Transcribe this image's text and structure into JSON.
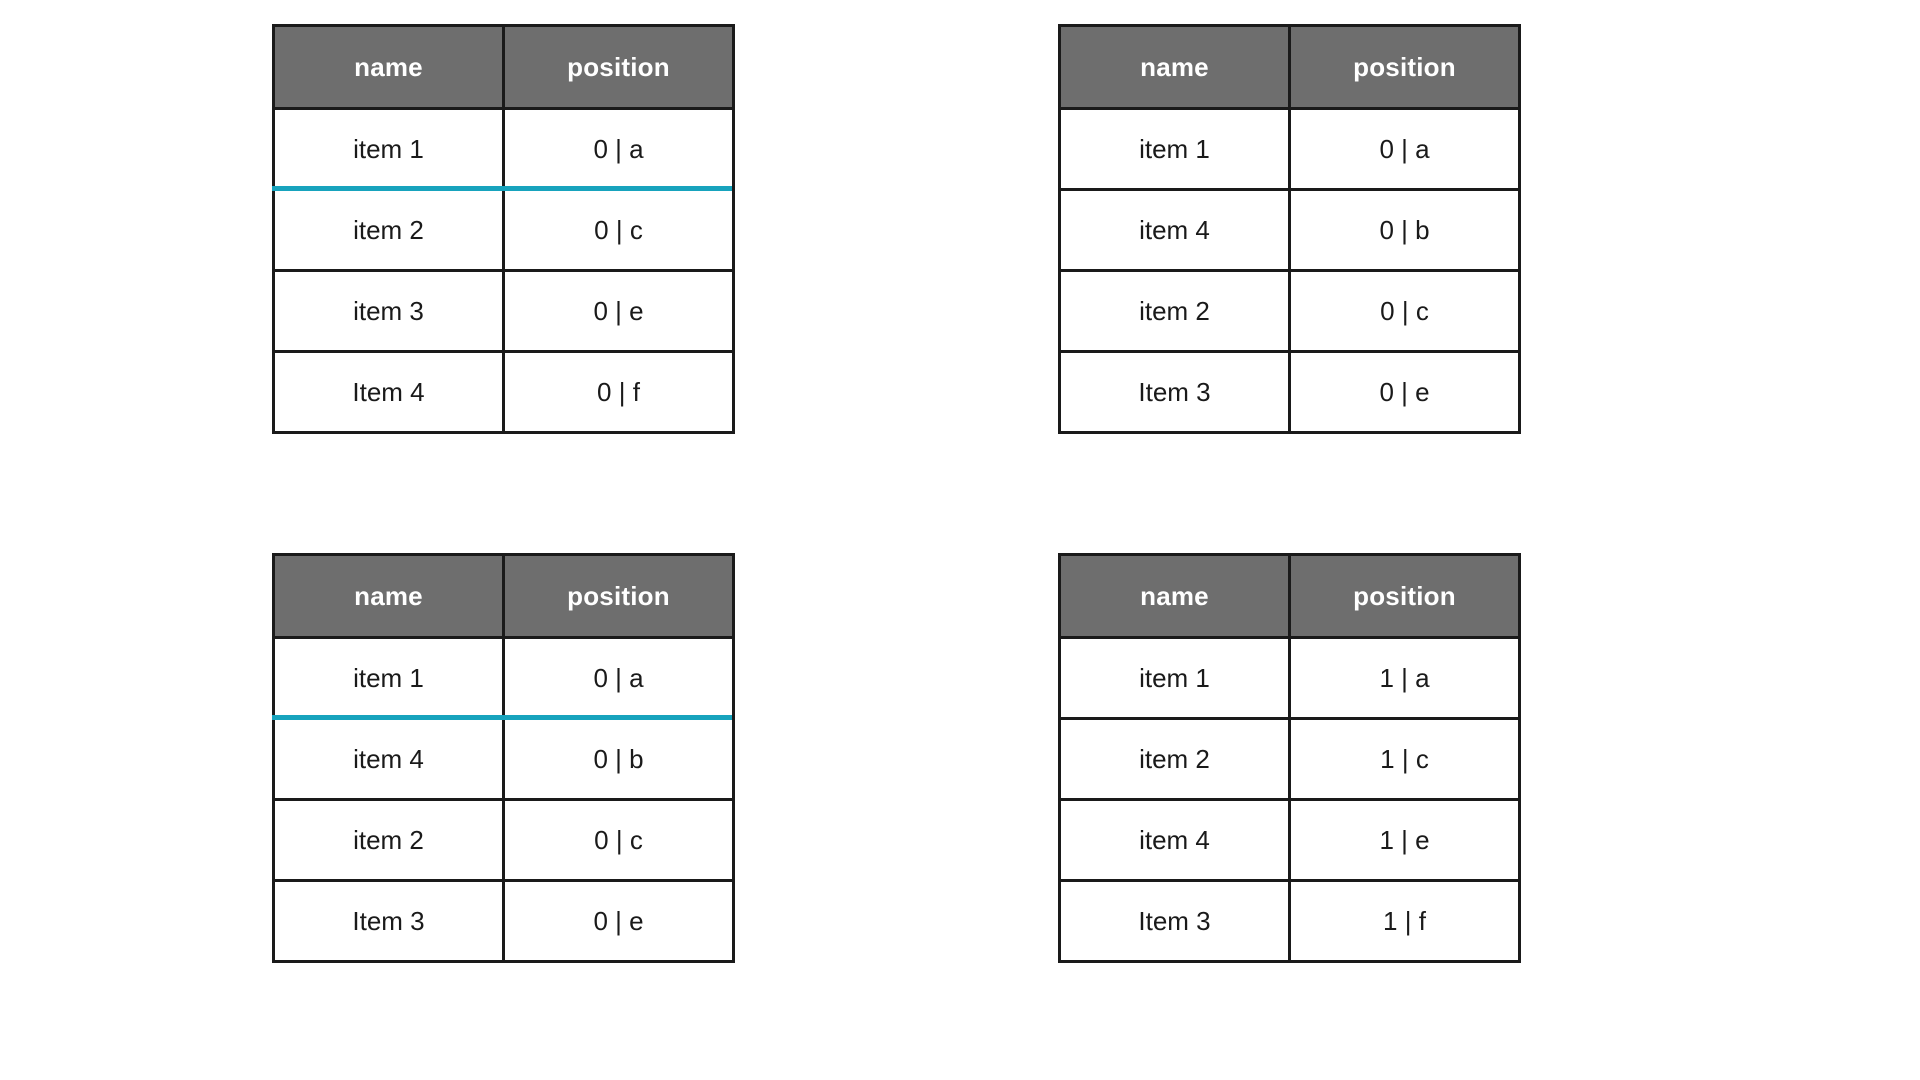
{
  "theme": {
    "header_bg": "#6e6e6e",
    "header_text": "#ffffff",
    "border": "#1a1a1a",
    "row_bg": "#ffffff",
    "row_text": "#1a1a1a",
    "highlight_blue": "#e4f6fc",
    "highlight_green": "#eef8dd",
    "drop_indicator": "#17a3bd"
  },
  "columns": {
    "name": "name",
    "position": "position"
  },
  "tables": [
    {
      "id": "table-top-left",
      "headers": [
        "name",
        "position"
      ],
      "drop_indicator_after_row": 0,
      "rows": [
        {
          "name": "item 1",
          "position": "0 | a",
          "highlight": "none"
        },
        {
          "name": "item 2",
          "position": "0 | c",
          "highlight": "none"
        },
        {
          "name": "item 3",
          "position": "0 | e",
          "highlight": "none"
        },
        {
          "name": "Item 4",
          "position": "0 | f",
          "highlight": "blue"
        }
      ]
    },
    {
      "id": "table-top-right",
      "headers": [
        "name",
        "position"
      ],
      "drop_indicator_after_row": null,
      "rows": [
        {
          "name": "item 1",
          "position": "0 | a",
          "highlight": "none"
        },
        {
          "name": "item 4",
          "position": "0 | b",
          "highlight": "green"
        },
        {
          "name": "item 2",
          "position": "0 | c",
          "highlight": "none"
        },
        {
          "name": "Item 3",
          "position": "0 | e",
          "highlight": "none"
        }
      ]
    },
    {
      "id": "table-bottom-left",
      "headers": [
        "name",
        "position"
      ],
      "drop_indicator_after_row": 0,
      "rows": [
        {
          "name": "item 1",
          "position": "0 | a",
          "highlight": "none"
        },
        {
          "name": "item 4",
          "position": "0 | b",
          "highlight": "none"
        },
        {
          "name": "item 2",
          "position": "0 | c",
          "highlight": "blue"
        },
        {
          "name": "Item 3",
          "position": "0 | e",
          "highlight": "none"
        }
      ]
    },
    {
      "id": "table-bottom-right",
      "headers": [
        "name",
        "position"
      ],
      "drop_indicator_after_row": null,
      "rows": [
        {
          "name": "item 1",
          "position": "1 | a",
          "highlight": "none"
        },
        {
          "name": "item 2",
          "position": "1 | c",
          "highlight": "green"
        },
        {
          "name": "item 4",
          "position": "1 | e",
          "highlight": "none"
        },
        {
          "name": "Item 3",
          "position": "1 | f",
          "highlight": "none"
        }
      ]
    }
  ]
}
